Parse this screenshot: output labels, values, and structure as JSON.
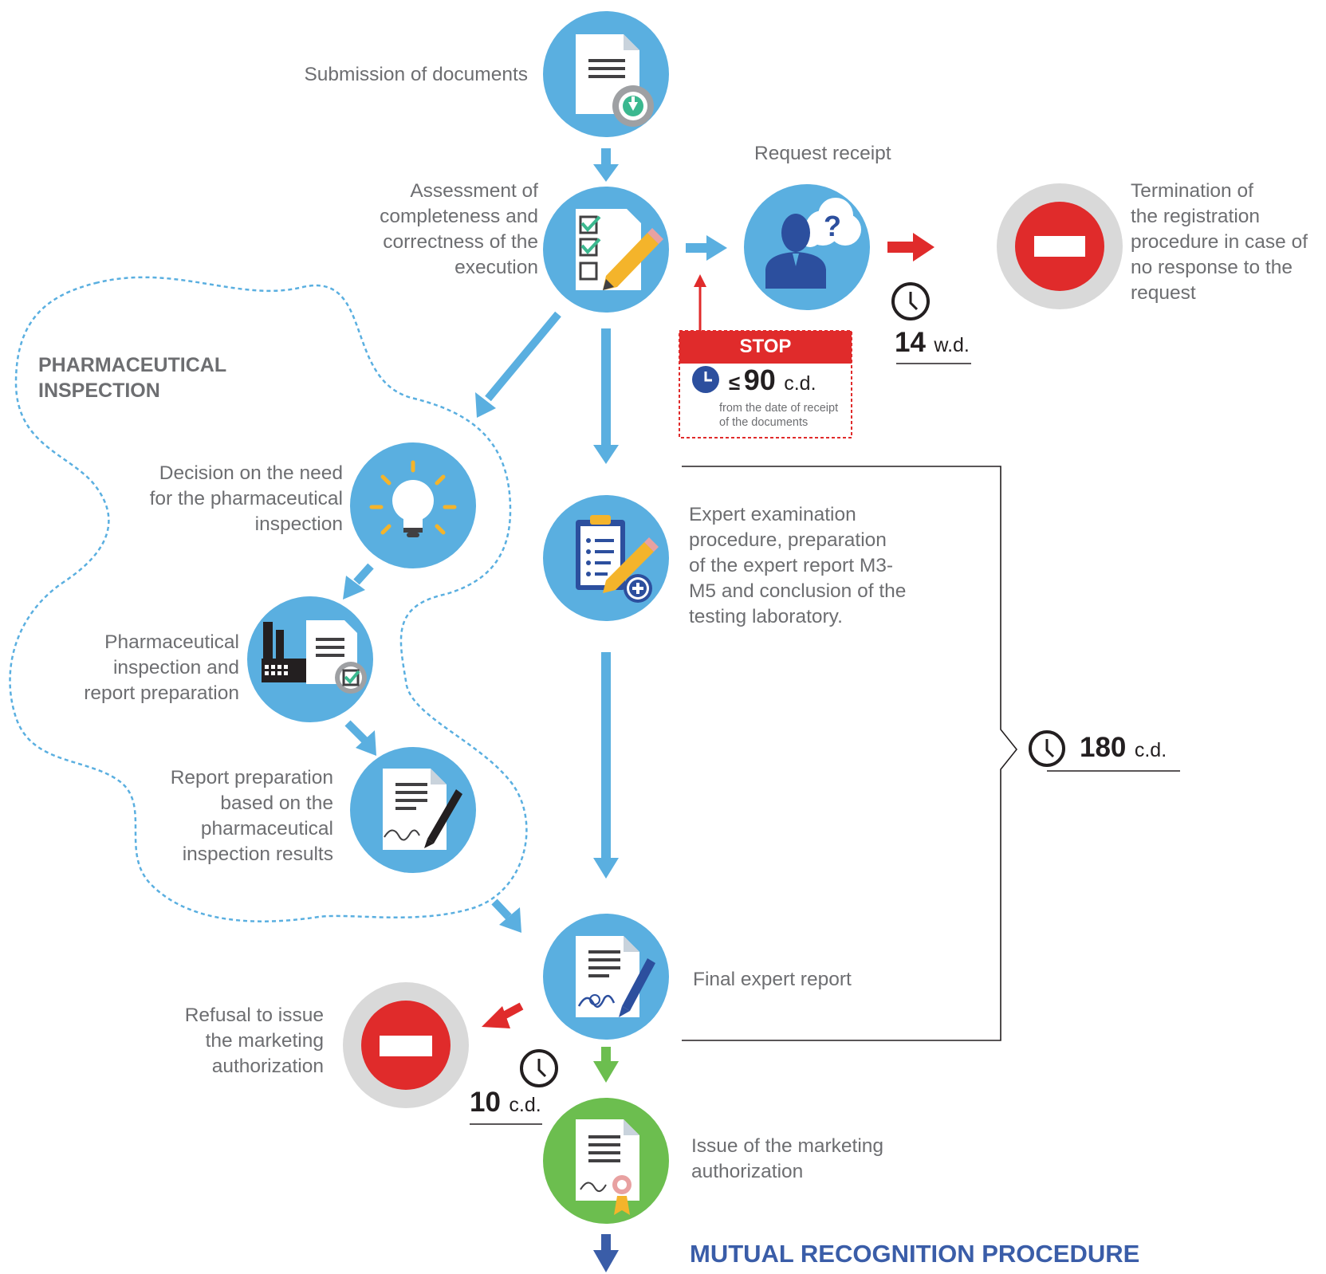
{
  "steps": {
    "submission": "Submission of documents",
    "assessment": [
      "Assessment of",
      "completeness and",
      "correctness of the",
      "execution"
    ],
    "request_receipt": "Request receipt",
    "termination": [
      "Termination of",
      "the registration",
      "procedure in case of",
      "no response to the",
      "request"
    ],
    "decision": [
      "Decision on the need",
      "for the pharmaceutical",
      "inspection"
    ],
    "inspection": [
      "Pharmaceutical",
      "inspection and",
      "report preparation"
    ],
    "report_prep": [
      "Report preparation",
      "based on the",
      "pharmaceutical",
      "inspection results"
    ],
    "expert_exam": [
      "Expert examination",
      "procedure, preparation",
      "of the expert report M3-",
      "M5 and conclusion of the",
      "testing laboratory."
    ],
    "final_report": "Final expert report",
    "refusal": [
      "Refusal to issue",
      "the marketing",
      "authorization"
    ],
    "issue": [
      "Issue of the marketing",
      "authorization"
    ]
  },
  "section_title": [
    "PHARMACEUTICAL",
    "INSPECTION"
  ],
  "stop_box": {
    "title": "STOP",
    "symbol": "≤",
    "value": "90",
    "unit": "c.d.",
    "note": [
      "from the date of receipt",
      "of the documents"
    ]
  },
  "timers": {
    "request": {
      "value": "14",
      "unit": "w.d."
    },
    "expert": {
      "value": "180",
      "unit": "c.d."
    },
    "refusal": {
      "value": "10",
      "unit": "c.d."
    }
  },
  "final_title": "MUTUAL RECOGNITION PROCEDURE",
  "colors": {
    "blue_circle": "#5aafe0",
    "blue_arrow": "#5aafe0",
    "green_circle": "#6cbe4f",
    "red_stop": "#e02b2b",
    "dark_blue": "#3a5da8",
    "text_gray": "#6d6e71",
    "icon_navy": "#2c4f9e"
  }
}
